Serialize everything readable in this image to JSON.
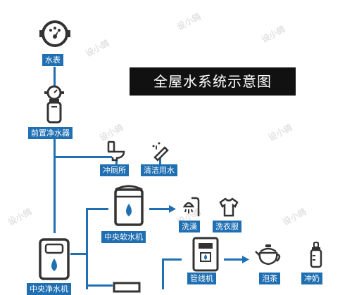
{
  "title": "全屋水系统示意图",
  "nodes": {
    "water_meter": "水表",
    "pre_filter": "前置净水器",
    "toilet": "冲厕所",
    "cleaning": "清洁用水",
    "central_softener": "中央软水机",
    "shower": "洗澡",
    "laundry": "洗衣服",
    "central_purifier": "中央净水机",
    "pipeline_machine": "管线机",
    "tea": "泡茶",
    "milk": "冲奶"
  },
  "watermark": "设小鸽",
  "colors": {
    "accent": "#1f6fb2",
    "title_bg": "#111111"
  }
}
